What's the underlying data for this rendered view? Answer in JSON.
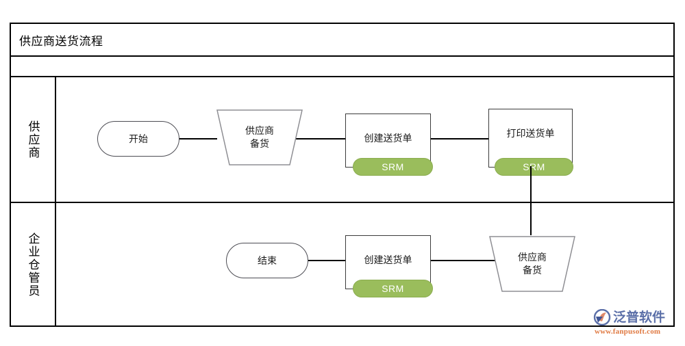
{
  "diagram": {
    "title": "供应商送货流程",
    "lanes": [
      {
        "id": "lane-supplier",
        "label": "供应商"
      },
      {
        "id": "lane-warehouse",
        "label": "企业仓管员"
      }
    ],
    "nodes": [
      {
        "id": "start",
        "label": "开始",
        "type": "terminator",
        "lane": 0
      },
      {
        "id": "supplier-stock",
        "label": "供应商\n备货",
        "line1": "供应商",
        "line2": "备货",
        "type": "trapezoid",
        "lane": 0
      },
      {
        "id": "create-note-1",
        "label": "创建送货单",
        "type": "process",
        "lane": 0,
        "badge": "SRM"
      },
      {
        "id": "print-note",
        "label": "打印送货单",
        "type": "process",
        "lane": 0,
        "badge": "SRM"
      },
      {
        "id": "end",
        "label": "结束",
        "type": "terminator",
        "lane": 1
      },
      {
        "id": "create-note-2",
        "label": "创建送货单",
        "type": "process",
        "lane": 1,
        "badge": "SRM"
      },
      {
        "id": "supplier-stock-2",
        "line1": "供应商",
        "line2": "备货",
        "type": "trapezoid",
        "lane": 1
      }
    ],
    "badge_label": "SRM",
    "colors": {
      "badge_green": "#9ABD5C",
      "frame_line": "#000000",
      "node_outline": "#3a3a3a",
      "watermark_brand": "#5b6fa8",
      "watermark_url": "#e07a43"
    }
  },
  "watermark": {
    "brand": "泛普软件",
    "url": "www.fanpusoft.com"
  }
}
